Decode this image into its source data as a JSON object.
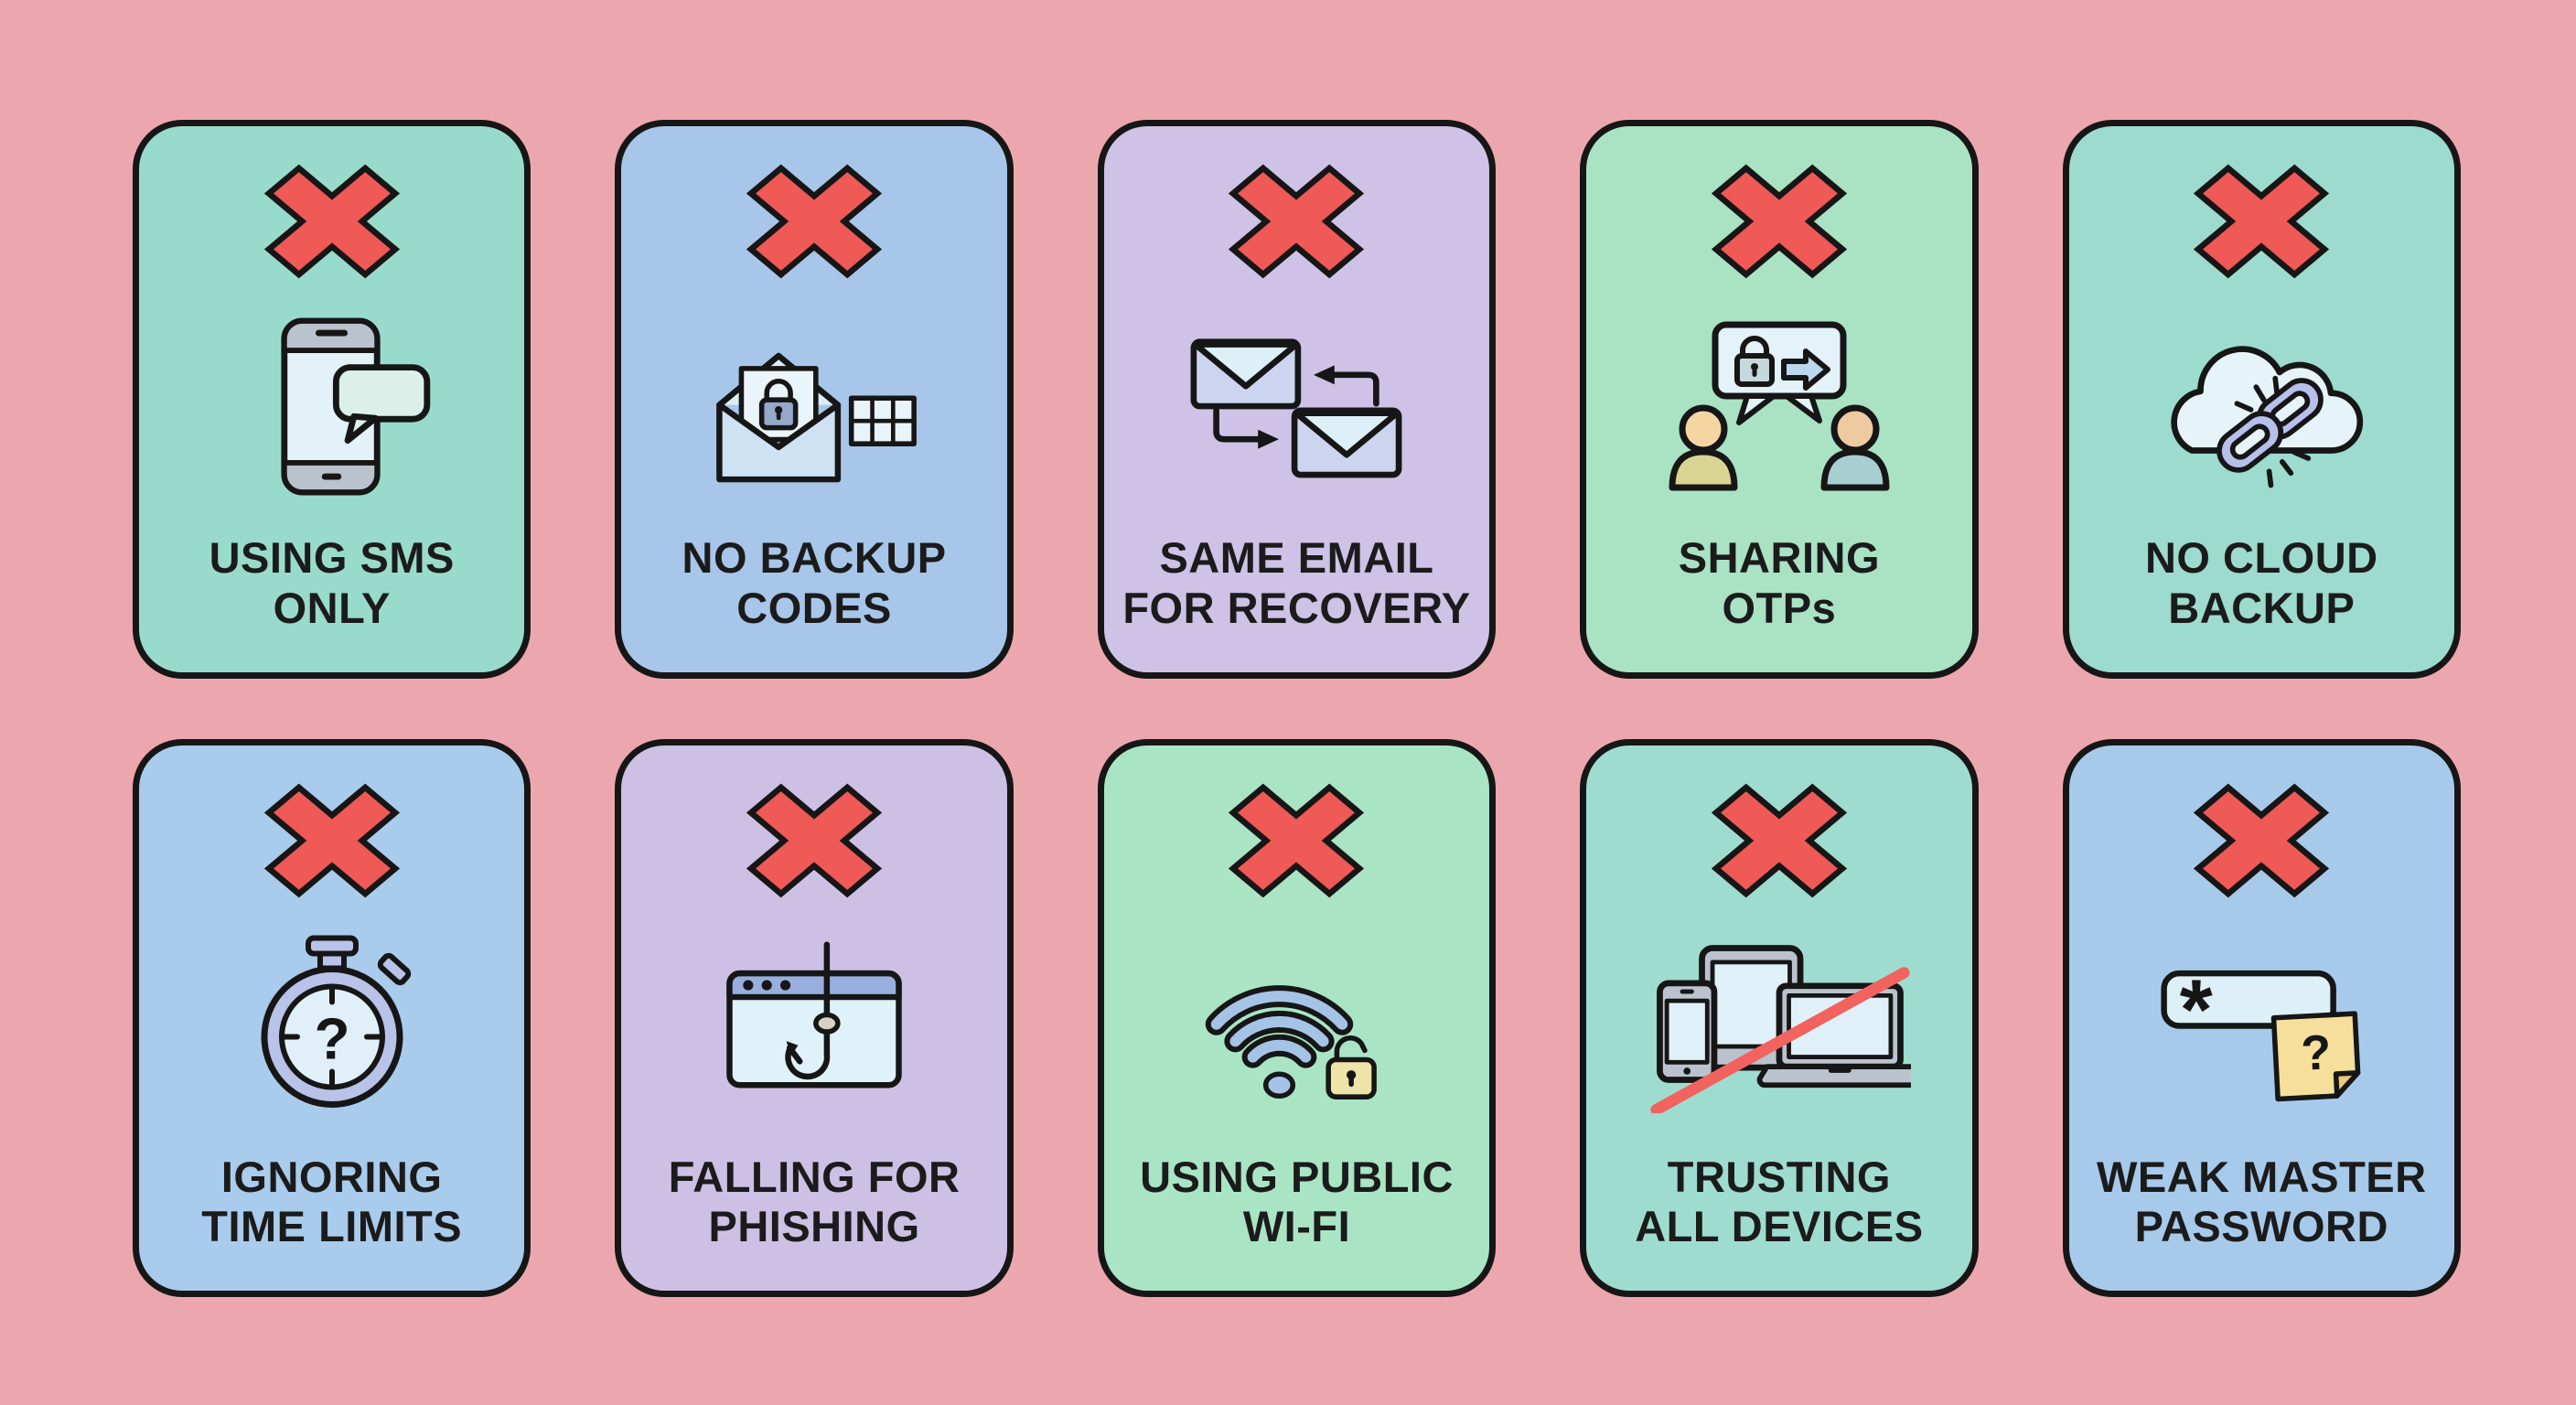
{
  "page": {
    "background_color": "#eca7ae",
    "card_border_color": "#161616",
    "text_color": "#1b1b1b",
    "x_mark_color": "#ef5956",
    "x_mark_outline": "#161616",
    "slash_color": "#f2625e"
  },
  "icon_colors": {
    "screen_light_blue": "#e0f0f8",
    "device_gray": "#b9c2cd",
    "periwinkle": "#b9c2e8",
    "chain_purple": "#b6c0ea",
    "wifi_blue": "#a5c3e6",
    "lock_yellow": "#eee3a8",
    "sticky_yellow": "#f6df9b",
    "skin_tan": "#f5d6a2",
    "body_olive": "#d8d492",
    "body_teal": "#a9ced2",
    "envelope_lavender": "#ccd4ef",
    "header_blue": "#97aede"
  },
  "cards": [
    {
      "id": "using-sms-only",
      "bg": "#99dbca",
      "icon": "sms-phone-icon",
      "label_line1": "USING SMS",
      "label_line2": "ONLY"
    },
    {
      "id": "no-backup-codes",
      "bg": "#a7c6e9",
      "icon": "locked-email-and-codes-grid-icon",
      "label_line1": "NO BACKUP",
      "label_line2": "CODES"
    },
    {
      "id": "same-email-for-recovery",
      "bg": "#cec2e7",
      "icon": "email-swap-icon",
      "label_line1": "SAME EMAIL",
      "label_line2": "FOR RECOVERY"
    },
    {
      "id": "sharing-otps",
      "bg": "#a9e3c3",
      "icon": "people-sharing-otp-icon",
      "label_line1": "SHARING",
      "label_line2": "OTPs"
    },
    {
      "id": "no-cloud-backup",
      "bg": "#9cdbce",
      "icon": "cloud-broken-link-icon",
      "label_line1": "NO CLOUD",
      "label_line2": "BACKUP"
    },
    {
      "id": "ignoring-time-limits",
      "bg": "#a9cbec",
      "icon": "stopwatch-question-icon",
      "icon_glyph": "?",
      "label_line1": "IGNORING",
      "label_line2": "TIME LIMITS"
    },
    {
      "id": "falling-for-phishing",
      "bg": "#ccc0e5",
      "icon": "browser-phishing-hook-icon",
      "label_line1": "FALLING FOR",
      "label_line2": "PHISHING"
    },
    {
      "id": "using-public-wifi",
      "bg": "#a9e5c5",
      "icon": "public-wifi-unlocked-icon",
      "label_line1": "USING PUBLIC",
      "label_line2": "WI-FI"
    },
    {
      "id": "trusting-all-devices",
      "bg": "#9fdcd0",
      "icon": "devices-slash-icon",
      "label_line1": "TRUSTING",
      "label_line2": "ALL DEVICES"
    },
    {
      "id": "weak-master-password",
      "bg": "#a7caeb",
      "icon": "password-sticky-note-icon",
      "icon_glyph": "?",
      "asterisk_glyph": "*",
      "label_line1": "WEAK MASTER",
      "label_line2": "PASSWORD"
    }
  ]
}
